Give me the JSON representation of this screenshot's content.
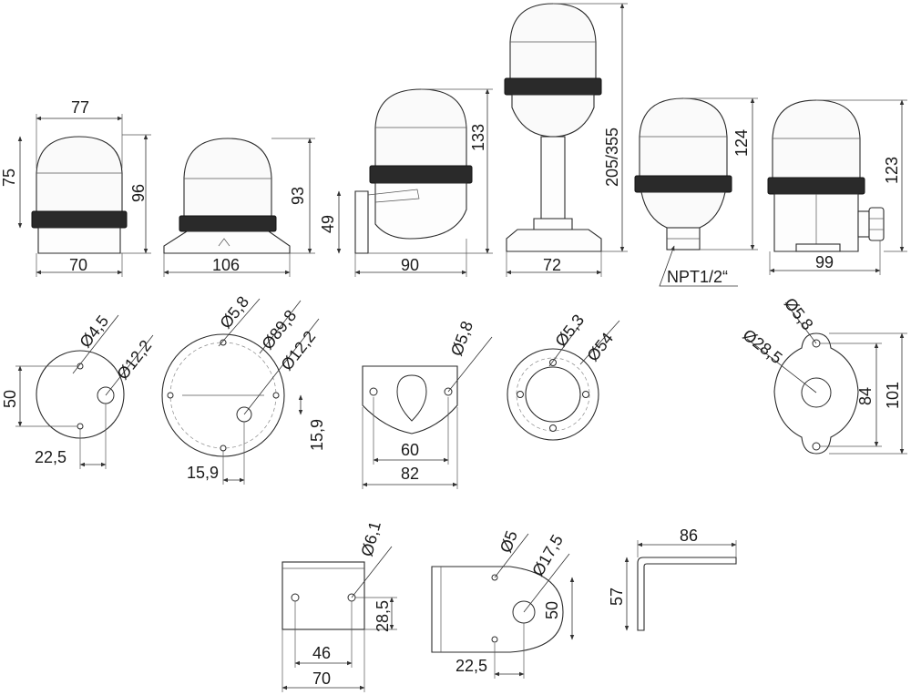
{
  "title": "",
  "views": {
    "lamp1": {
      "width_top": "77",
      "height_left": "75",
      "height_right": "96",
      "width_bottom": "70"
    },
    "lamp2": {
      "height_right": "93",
      "width_bottom": "106"
    },
    "lamp3": {
      "height_left": "49",
      "height_right": "133",
      "width_bottom": "90"
    },
    "lamp4": {
      "height_right": "205/355",
      "width_bottom": "72"
    },
    "lamp5": {
      "height_right": "124",
      "thread_label": "NPT1/2“"
    },
    "lamp6": {
      "height_right": "123",
      "width_bottom": "99"
    }
  },
  "plans": {
    "plan1": {
      "hole_small": "Ø4,5",
      "hole_large": "Ø12,2",
      "height": "50",
      "offset": "22,5"
    },
    "plan2": {
      "hole_small": "Ø5,8",
      "circle": "Ø89,8",
      "hole_large": "Ø12,2",
      "offset_v": "15,9",
      "offset_h": "15,9"
    },
    "plan3": {
      "hole": "Ø5,8",
      "inner": "60",
      "outer": "82"
    },
    "plan4": {
      "hole": "Ø5,3",
      "circle": "Ø54"
    },
    "plan5": {
      "hole": "Ø5,8",
      "circle": "Ø28,5",
      "inner": "84",
      "outer": "101"
    }
  },
  "brackets": {
    "b1": {
      "hole": "Ø6,1",
      "height": "28,5",
      "inner": "46",
      "outer": "70"
    },
    "b2": {
      "hole": "Ø5",
      "hole_large": "Ø17,5",
      "height": "50",
      "offset": "22,5"
    },
    "b3": {
      "width": "86",
      "height": "57"
    }
  }
}
